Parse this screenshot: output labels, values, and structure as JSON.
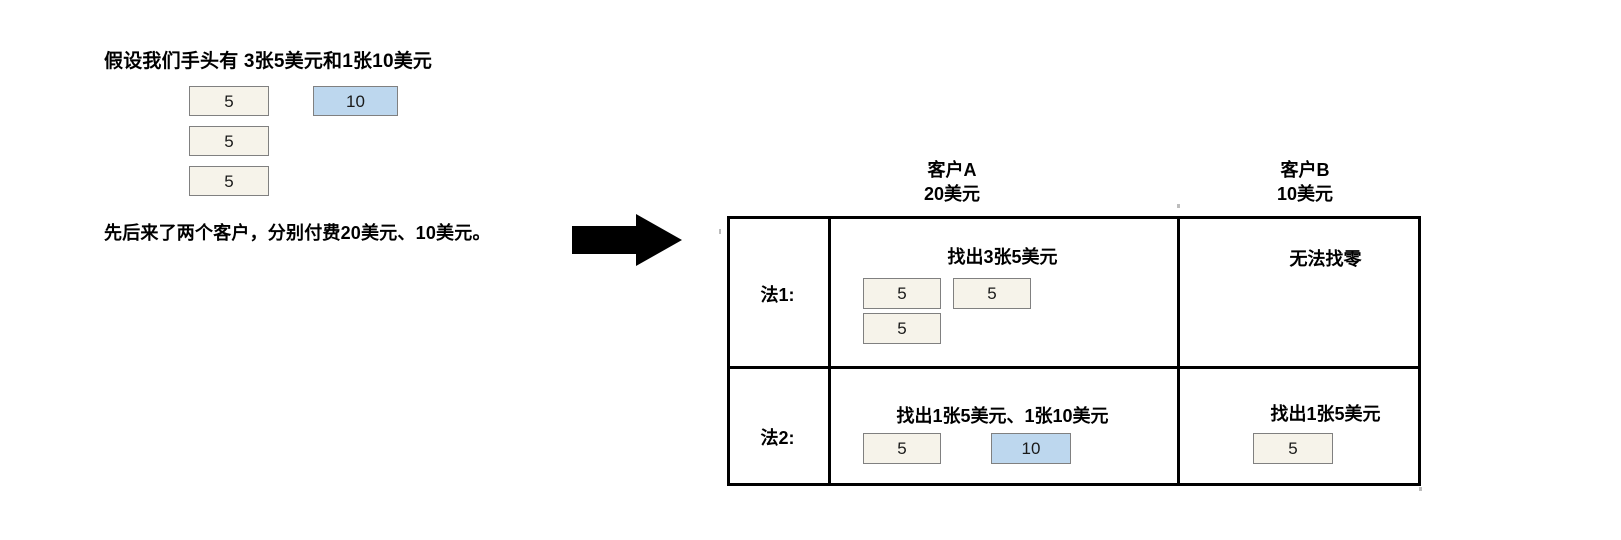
{
  "left_panel": {
    "headline": "假设我们手头有 3张5美元和1张10美元",
    "subline": "先后来了两个客户，分别付费20美元、10美元。",
    "bills": [
      {
        "value": "5",
        "color": "cream"
      },
      {
        "value": "5",
        "color": "cream"
      },
      {
        "value": "5",
        "color": "cream"
      },
      {
        "value": "10",
        "color": "blue"
      }
    ]
  },
  "arrow": {
    "icon": "right-arrow-icon",
    "color": "#000000"
  },
  "table": {
    "column_headers": [
      {
        "name": "客户A",
        "amount": "20美元"
      },
      {
        "name": "客户B",
        "amount": "10美元"
      }
    ],
    "rows": [
      {
        "label": "法1:",
        "cells": [
          {
            "title": "找出3张5美元",
            "bills": [
              {
                "value": "5",
                "color": "cream"
              },
              {
                "value": "5",
                "color": "cream"
              },
              {
                "value": "5",
                "color": "cream"
              }
            ]
          },
          {
            "title": "无法找零",
            "bills": []
          }
        ]
      },
      {
        "label": "法2:",
        "cells": [
          {
            "title": "找出1张5美元、1张10美元",
            "bills": [
              {
                "value": "5",
                "color": "cream"
              },
              {
                "value": "10",
                "color": "blue"
              }
            ]
          },
          {
            "title": "找出1张5美元",
            "bills": [
              {
                "value": "5",
                "color": "cream"
              }
            ]
          }
        ]
      }
    ]
  },
  "colors": {
    "bill_cream_fill": "#f6f3ea",
    "bill_blue_fill": "#bdd7ee",
    "bill_border": "#808080",
    "table_border": "#000000",
    "text": "#000000"
  }
}
